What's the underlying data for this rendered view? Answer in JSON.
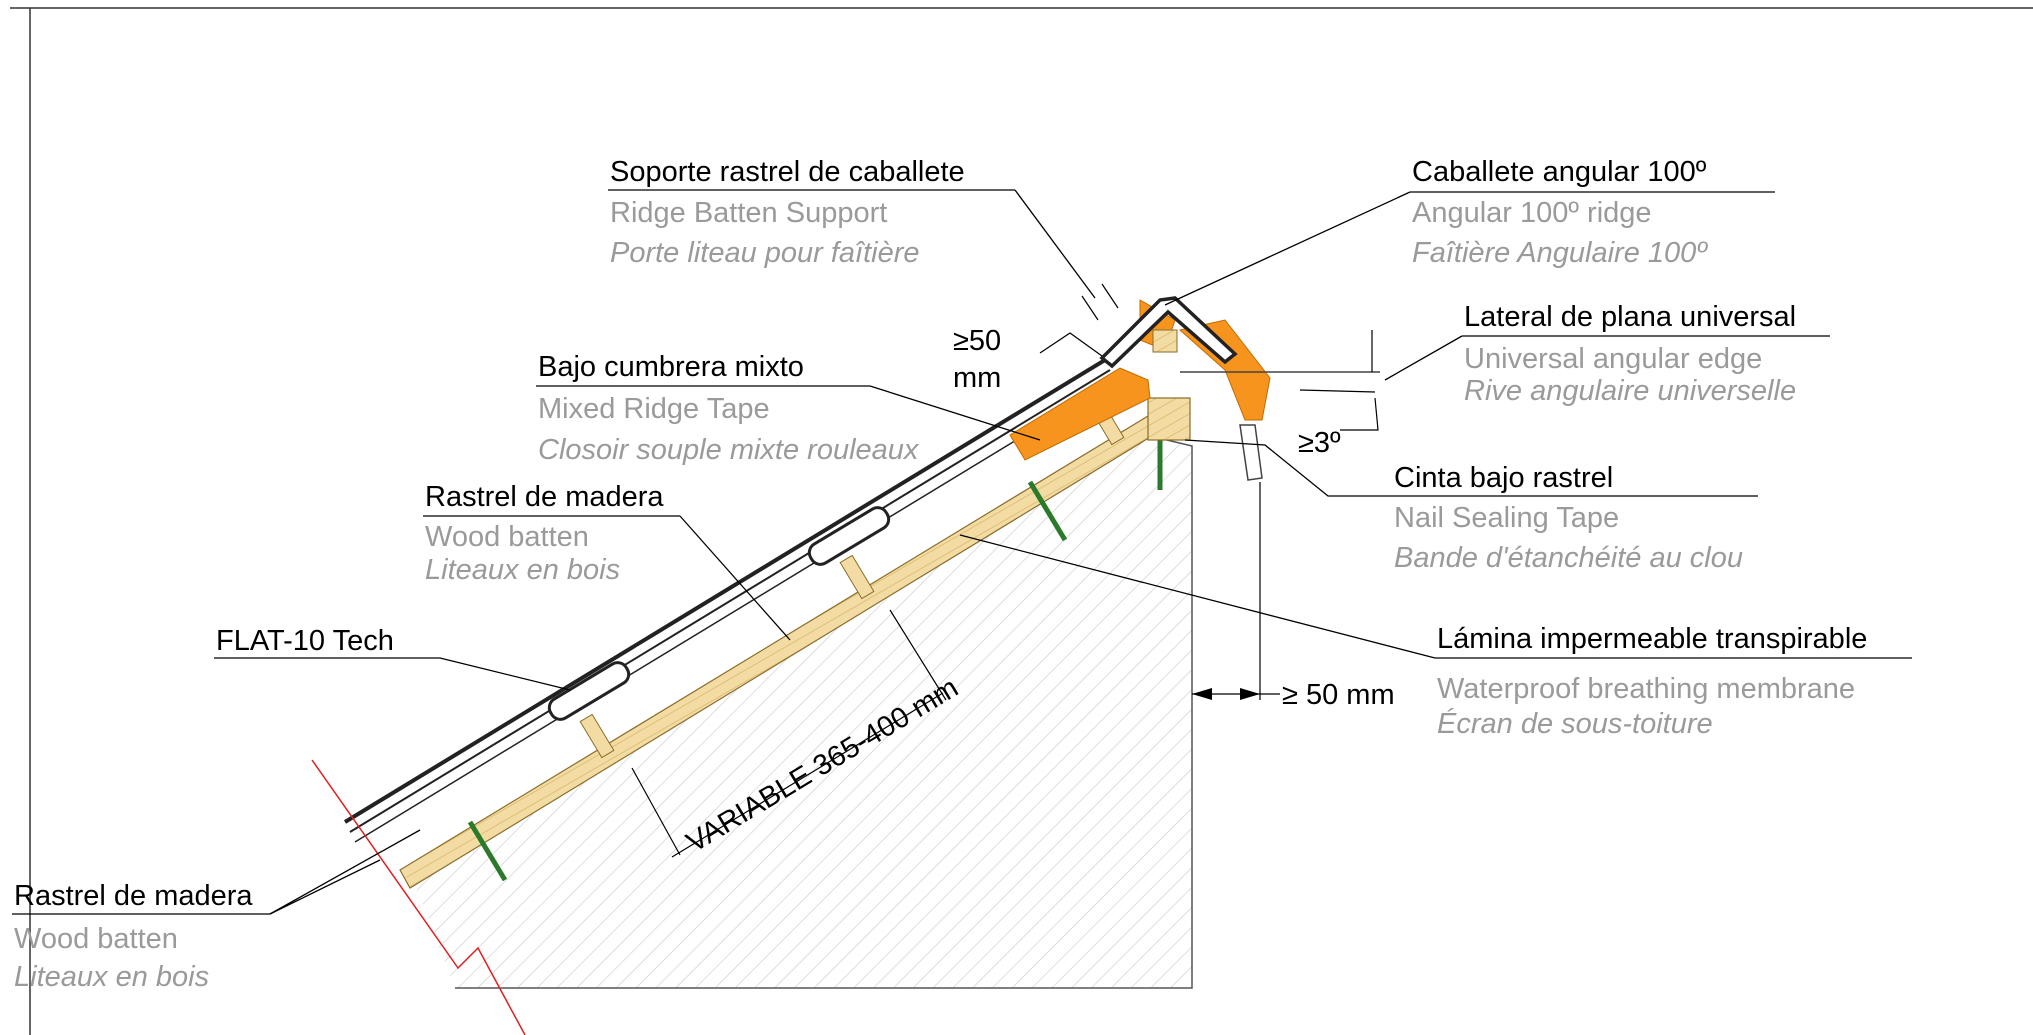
{
  "labels": {
    "soporte": {
      "es": "Soporte rastrel de caballete",
      "en": "Ridge Batten Support",
      "fr": "Porte liteau pour faîtière"
    },
    "caballete": {
      "es": "Caballete angular 100º",
      "en": "Angular 100º ridge",
      "fr": "Faîtière Angulaire 100º"
    },
    "lateral": {
      "es": "Lateral de plana universal",
      "en": "Universal angular edge",
      "fr": "Rive angulaire universelle"
    },
    "bajo_cumbrera": {
      "es": "Bajo cumbrera mixto",
      "en": "Mixed Ridge Tape",
      "fr": "Closoir souple mixte rouleaux"
    },
    "rastrel_upper": {
      "es": "Rastrel de madera",
      "en": "Wood batten",
      "fr": "Liteaux en bois"
    },
    "cinta": {
      "es": "Cinta bajo rastrel",
      "en": "Nail Sealing Tape",
      "fr": "Bande d'étanchéité au clou"
    },
    "flat10": {
      "es": "FLAT-10 Tech"
    },
    "lamina": {
      "es": "Lámina impermeable transpirable",
      "en": "Waterproof breathing membrane",
      "fr": "Écran de sous-toiture"
    },
    "rastrel_lower": {
      "es": "Rastrel de madera",
      "en": "Wood batten",
      "fr": "Liteaux en bois"
    }
  },
  "dimensions": {
    "ridge_gap_value": "≥50",
    "ridge_gap_unit": "mm",
    "slope": "≥3º",
    "overhang": "≥ 50 mm",
    "variable": "VARIABLE 365-400 mm"
  },
  "colors": {
    "tape_orange": "#f7941d",
    "batten_wood": "#f3dca4",
    "membrane_green": "#a8d8a0",
    "section_cut_red": "#e02020",
    "hatch": "#c8c8c8",
    "label_secondary": "#9a9a9a"
  }
}
